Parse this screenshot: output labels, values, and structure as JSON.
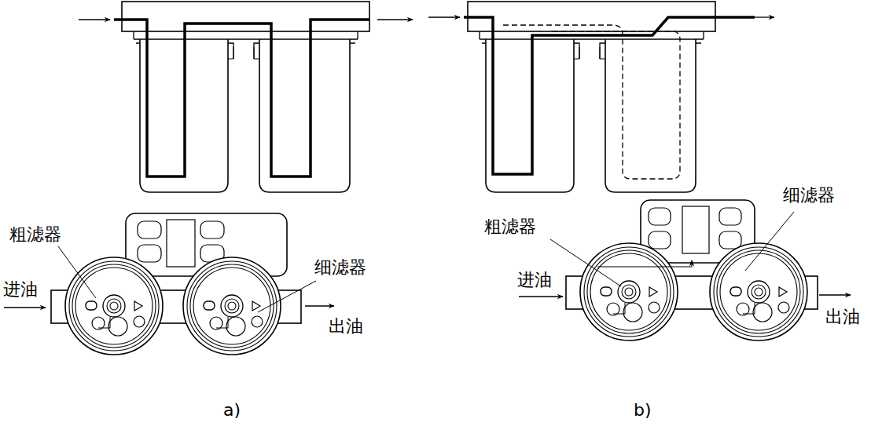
{
  "diagram": {
    "labels": [
      "粗滤器",
      "进油",
      "细滤器",
      "出油",
      "a)",
      "细滤器",
      "粗滤器",
      "进油",
      "出油",
      "b)"
    ]
  }
}
